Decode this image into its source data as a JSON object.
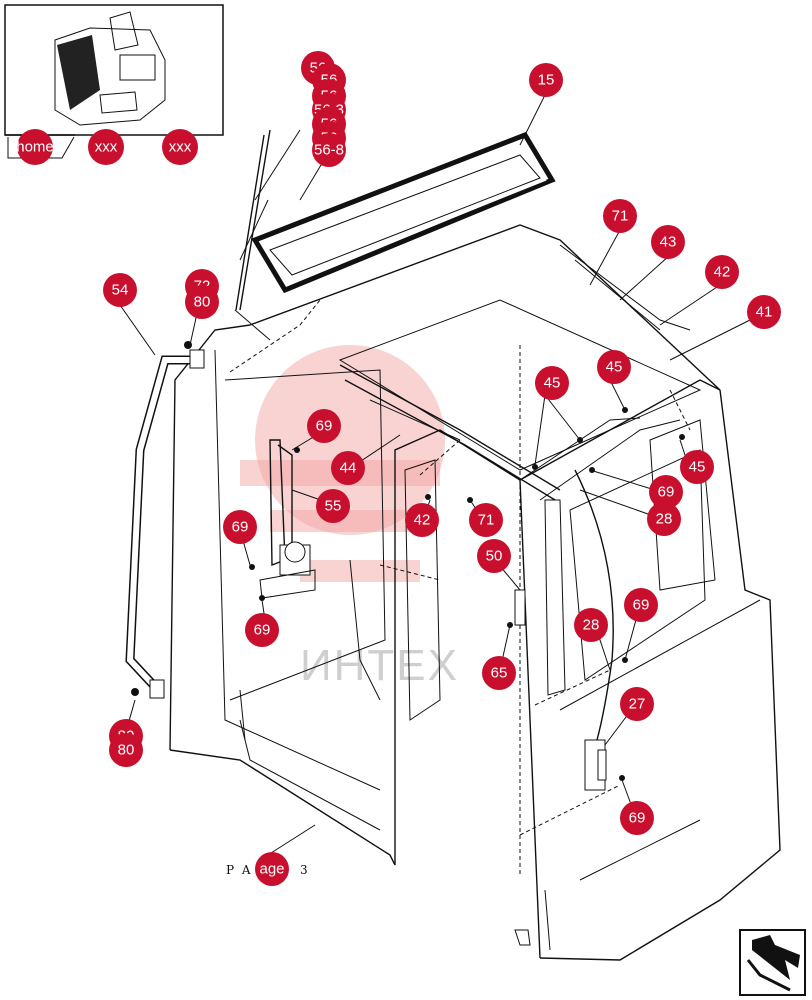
{
  "inset": {
    "home_label": "home",
    "nav_labels": [
      "xxx",
      "xxx"
    ]
  },
  "page_label": {
    "prefix": "P A",
    "suffix": "3",
    "callout": "age"
  },
  "watermark": {
    "text": "ИНТЕХ"
  },
  "callouts": [
    {
      "id": "c15",
      "label": "15"
    },
    {
      "id": "c56a",
      "label": "56"
    },
    {
      "id": "c56b",
      "label": "56"
    },
    {
      "id": "c56c",
      "label": "56"
    },
    {
      "id": "c56d",
      "label": "56-3"
    },
    {
      "id": "c56e",
      "label": "56"
    },
    {
      "id": "c56f",
      "label": "56"
    },
    {
      "id": "c56g",
      "label": "56-8"
    },
    {
      "id": "c71a",
      "label": "71"
    },
    {
      "id": "c43",
      "label": "43"
    },
    {
      "id": "c42a",
      "label": "42"
    },
    {
      "id": "c41",
      "label": "41"
    },
    {
      "id": "c54",
      "label": "54"
    },
    {
      "id": "c72",
      "label": "72"
    },
    {
      "id": "c80a",
      "label": "80"
    },
    {
      "id": "c45a",
      "label": "45"
    },
    {
      "id": "c45b",
      "label": "45"
    },
    {
      "id": "c45c",
      "label": "45"
    },
    {
      "id": "c69a",
      "label": "69"
    },
    {
      "id": "c44",
      "label": "44"
    },
    {
      "id": "c55",
      "label": "55"
    },
    {
      "id": "c69b",
      "label": "69"
    },
    {
      "id": "c69c",
      "label": "69"
    },
    {
      "id": "c42b",
      "label": "42"
    },
    {
      "id": "c71b",
      "label": "71"
    },
    {
      "id": "c69d",
      "label": "69"
    },
    {
      "id": "c28a",
      "label": "28"
    },
    {
      "id": "c50",
      "label": "50"
    },
    {
      "id": "c69e",
      "label": "69"
    },
    {
      "id": "c28b",
      "label": "28"
    },
    {
      "id": "c65",
      "label": "65"
    },
    {
      "id": "c27",
      "label": "27"
    },
    {
      "id": "c80b",
      "label": "80"
    },
    {
      "id": "c80c",
      "label": "80"
    },
    {
      "id": "c69f",
      "label": "69"
    }
  ]
}
